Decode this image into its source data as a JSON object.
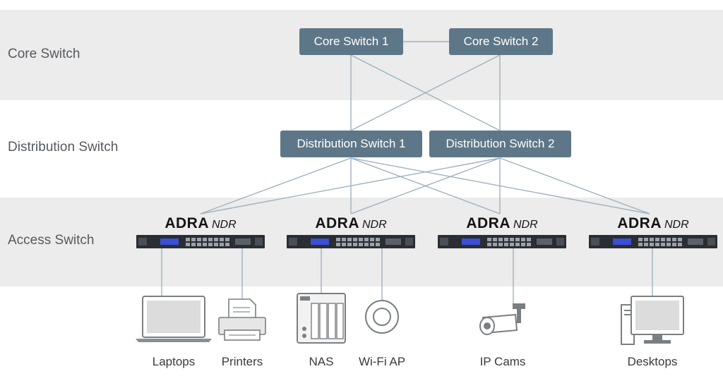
{
  "tiers": {
    "core": "Core Switch",
    "distribution": "Distribution Switch",
    "access": "Access Switch"
  },
  "nodes": {
    "core_1": "Core Switch 1",
    "core_2": "Core Switch 2",
    "dist_1": "Distribution Switch 1",
    "dist_2": "Distribution Switch 2"
  },
  "access_switches": [
    {
      "brand": "ADRA",
      "sub": "NDR"
    },
    {
      "brand": "ADRA",
      "sub": "NDR"
    },
    {
      "brand": "ADRA",
      "sub": "NDR"
    },
    {
      "brand": "ADRA",
      "sub": "NDR"
    }
  ],
  "endpoints": {
    "laptops": "Laptops",
    "printers": "Printers",
    "nas": "NAS",
    "wifi_ap": "Wi-Fi AP",
    "ip_cams": "IP Cams",
    "desktops": "Desktops"
  },
  "icons": [
    "laptop-icon",
    "printer-icon",
    "nas-icon",
    "wifi-ap-icon",
    "ip-camera-icon",
    "desktop-icon"
  ],
  "colors": {
    "node_fill": "#5e7788",
    "band": "#ececec",
    "link": "#9fb2c0"
  }
}
